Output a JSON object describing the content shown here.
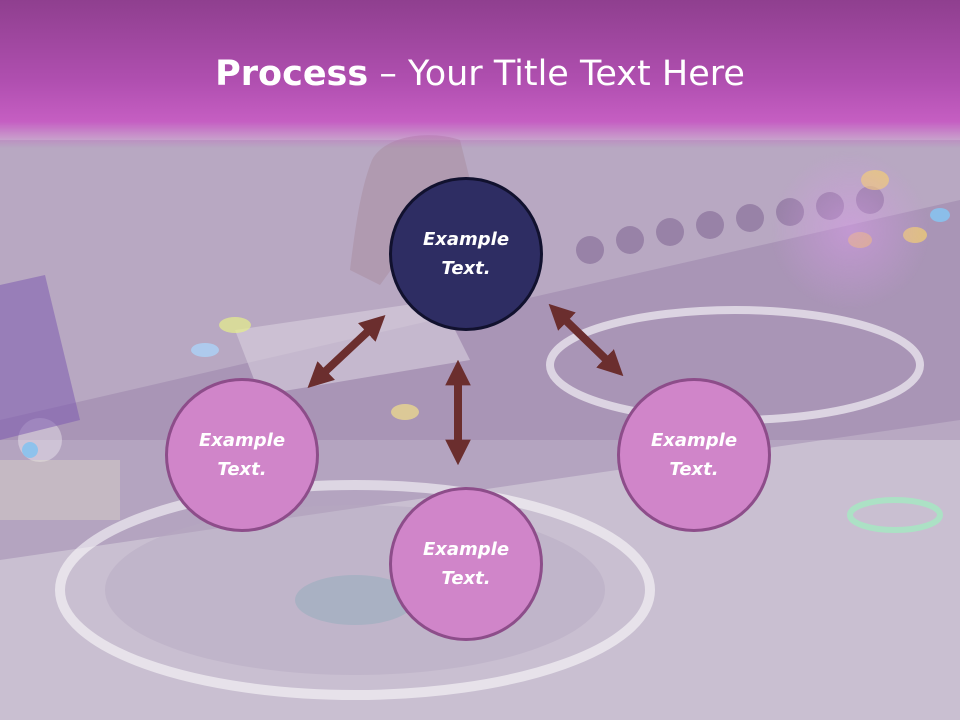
{
  "slide": {
    "title_strong": "Process",
    "title_dash": " – ",
    "title_light": "Your Title Text Here"
  },
  "nodes": [
    {
      "id": "top",
      "line1": "Example",
      "line2": "Text.",
      "color": "#2e2d63"
    },
    {
      "id": "left",
      "line1": "Example",
      "line2": "Text.",
      "color": "#d085c9"
    },
    {
      "id": "bottom",
      "line1": "Example",
      "line2": "Text.",
      "color": "#d085c9"
    },
    {
      "id": "right",
      "line1": "Example",
      "line2": "Text.",
      "color": "#d085c9"
    }
  ],
  "connectors": [
    {
      "from": "top",
      "to": "left",
      "style": "double-arrow"
    },
    {
      "from": "top",
      "to": "right",
      "style": "double-arrow"
    },
    {
      "from": "top",
      "to": "bottom",
      "style": "double-arrow"
    }
  ],
  "colors": {
    "header": "#b04fb0",
    "arrow": "#6b2e2e",
    "node_dark": "#2e2d63",
    "node_pink": "#d085c9"
  }
}
